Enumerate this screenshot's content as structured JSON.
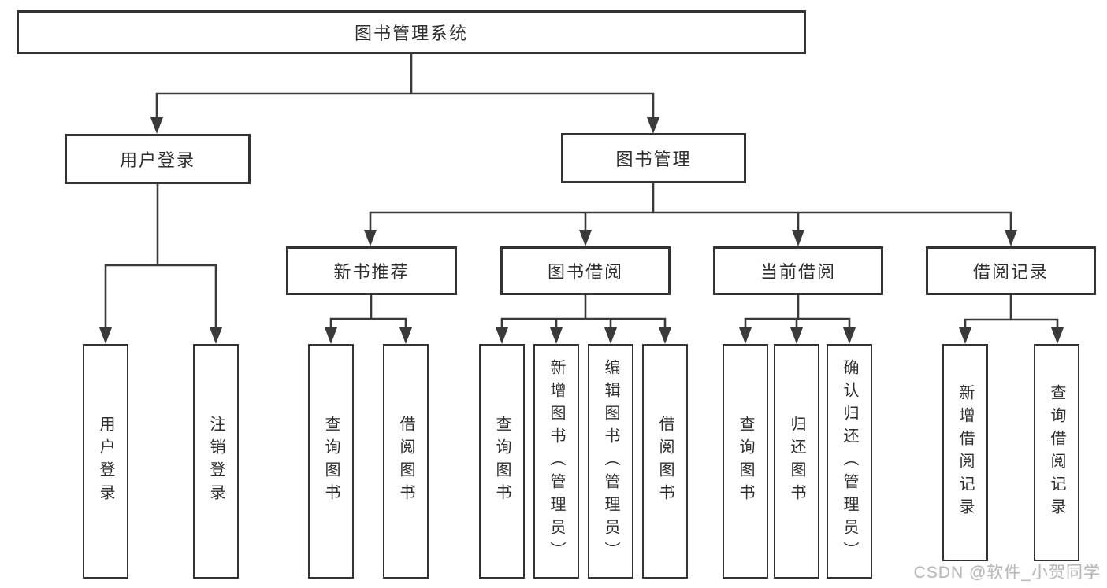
{
  "diagram": {
    "root": {
      "label": "图书管理系统"
    },
    "level2": [
      {
        "id": "user-login",
        "label": "用户登录"
      },
      {
        "id": "book-management",
        "label": "图书管理"
      }
    ],
    "level3": [
      {
        "id": "new-book-recommend",
        "label": "新书推荐"
      },
      {
        "id": "book-borrowing",
        "label": "图书借阅"
      },
      {
        "id": "current-borrowing",
        "label": "当前借阅"
      },
      {
        "id": "borrowing-records",
        "label": "借阅记录"
      }
    ],
    "leaves": [
      {
        "id": "user-login-leaf",
        "label": "用户登录"
      },
      {
        "id": "logout-leaf",
        "label": "注销登录"
      },
      {
        "id": "query-books-recommend",
        "label": "查询图书"
      },
      {
        "id": "borrow-books-recommend",
        "label": "借阅图书"
      },
      {
        "id": "query-books-borrowing",
        "label": "查询图书"
      },
      {
        "id": "add-books-admin",
        "label": "新增图书（管理员）"
      },
      {
        "id": "edit-books-admin",
        "label": "编辑图书（管理员）"
      },
      {
        "id": "borrow-books-borrowing",
        "label": "借阅图书"
      },
      {
        "id": "query-books-current",
        "label": "查询图书"
      },
      {
        "id": "return-books",
        "label": "归还图书"
      },
      {
        "id": "confirm-return-admin",
        "label": "确认归还（管理员）"
      },
      {
        "id": "add-borrow-record",
        "label": "新增借阅记录"
      },
      {
        "id": "query-borrow-record",
        "label": "查询借阅记录"
      }
    ],
    "watermark": "CSDN @软件_小贺同学",
    "colors": {
      "line": "#3a3a3a",
      "box_border": "#333333",
      "text": "#2f2f2f",
      "watermark": "#b9b9b9",
      "background": "#ffffff"
    }
  }
}
